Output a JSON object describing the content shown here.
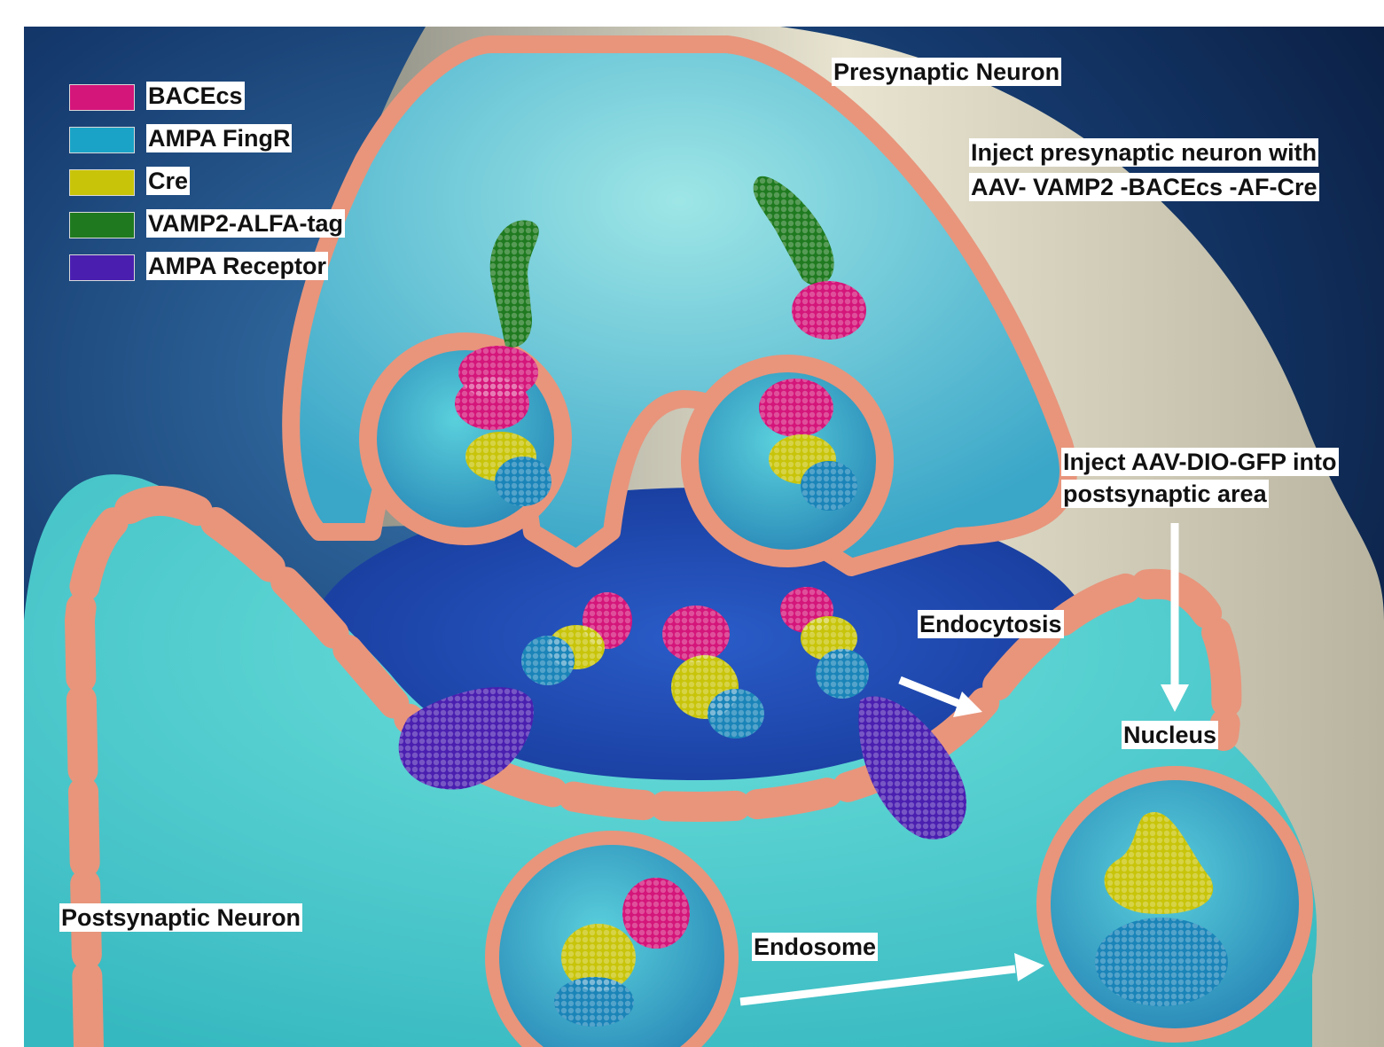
{
  "legend": [
    {
      "label": "BACEcs",
      "color": "#d4157a"
    },
    {
      "label": "AMPA FingR",
      "color": "#1aa3c7"
    },
    {
      "label": "Cre",
      "color": "#c8c40a"
    },
    {
      "label": "VAMP2-ALFA-tag",
      "color": "#1f7a1f"
    },
    {
      "label": "AMPA Receptor",
      "color": "#4a1fb0"
    }
  ],
  "labels": {
    "presynaptic": "Presynaptic Neuron",
    "inject_pre_line1": "Inject presynaptic neuron with",
    "inject_pre_line2": "AAV- VAMP2 -BACEcs -AF-Cre",
    "inject_post_line1": "Inject AAV-DIO-GFP into",
    "inject_post_line2": "postsynaptic area",
    "endocytosis": "Endocytosis",
    "nucleus": "Nucleus",
    "postsynaptic": "Postsynaptic Neuron",
    "endosome": "Endosome"
  },
  "colors": {
    "background": "#0a1a3a",
    "cytoplasm": "#4fcfd4",
    "membrane": "#e8957c",
    "cleft": "#1a4db8",
    "arrow": "#ffffff"
  }
}
